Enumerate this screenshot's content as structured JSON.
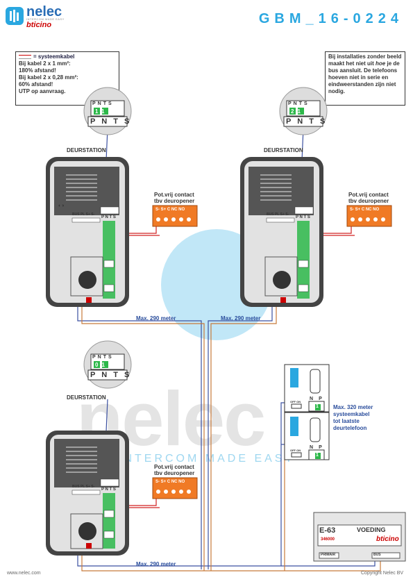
{
  "header": {
    "brand_name": "nelec",
    "brand_sub": "INTERCOM MADE EASY",
    "partner_brand": "bticino",
    "doc_code": "GBM_16-0224"
  },
  "note_left": {
    "title": "= systeemkabel",
    "lines": [
      "Bij kabel 2 x 1 mm²:",
      "180% afstand!",
      "Bij kabel 2 x 0,28 mm²:",
      "60% afstand!",
      "UTP op aanvraag."
    ]
  },
  "note_right": {
    "line1": "Bij installaties zonder beeld maakt het niet uit ",
    "emph": "hoe",
    "line2": " je de bus aansluit. De telefoons hoeven niet in serie en eindweerstanden zijn niet nodig."
  },
  "stations": [
    {
      "title": "DEURSTATION",
      "dip": [
        "1",
        "1"
      ]
    },
    {
      "title": "DEURSTATION",
      "dip": [
        "2",
        "1"
      ]
    },
    {
      "title": "DEURSTATION",
      "dip": [
        "0",
        "1"
      ]
    }
  ],
  "dip_header": [
    "P",
    "N",
    "T",
    "S"
  ],
  "terminal_labels": {
    "panel": "P N T S",
    "bus": "BUS PL S+ S-"
  },
  "contact": {
    "title1": "Pot.vrij contact",
    "title2": "tbv deuropener",
    "terms": "S-  S+ C NC NO"
  },
  "distances": {
    "d1": "Max. 290 meter",
    "d2": "Max. 290 meter",
    "d3": "Max. 290 meter",
    "phones": [
      "Max. 320 meter",
      "systeemkabel",
      "tot laatste",
      "deurtelefoon"
    ]
  },
  "phone_unit": {
    "off_on": "OFF ON",
    "n": "N",
    "p": "P",
    "n_val": "1",
    "p_val": "1"
  },
  "power": {
    "model": "E-63",
    "title": "VOEDING",
    "code": "346000",
    "brand": "bticino",
    "primair": "PRIMAIR",
    "bus": "BUS"
  },
  "watermark": {
    "big": "nelec",
    "sub": "INTERCOM MADE EASY"
  },
  "footer": {
    "left": "www.nelec.com",
    "right": "Copyright Nelec BV"
  },
  "colors": {
    "accent": "#2aa7e0",
    "bus_wire": "#3a4fa0",
    "power_wire": "#c87a3a",
    "contact": "#f07a25",
    "terminal": "#2db84a"
  }
}
